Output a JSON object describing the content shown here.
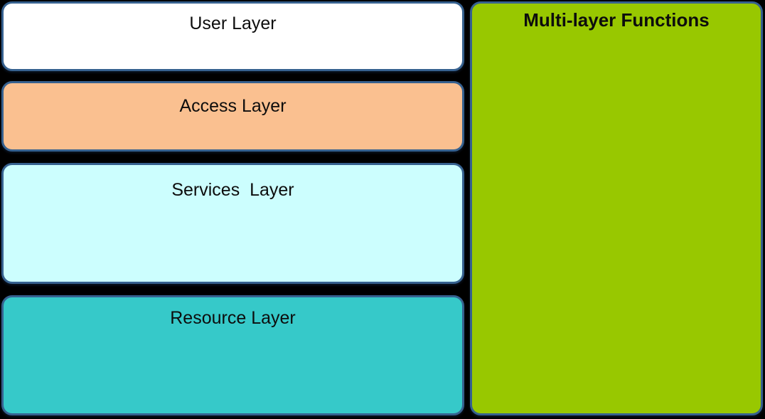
{
  "canvas": {
    "background": "#000000",
    "box_border_color": "#36618F",
    "text_color": "#0D0D0D"
  },
  "diagram": {
    "layers": [
      {
        "id": "user",
        "label": "User Layer",
        "fill": "#FFFFFF"
      },
      {
        "id": "access",
        "label": "Access Layer",
        "fill": "#FAC090"
      },
      {
        "id": "services",
        "label": "Services  Layer",
        "fill": "#CCFEFE"
      },
      {
        "id": "resource",
        "label": "Resource Layer",
        "fill": "#36C9C9"
      }
    ],
    "side_panel": {
      "id": "multilayer",
      "label": "Multi-layer Functions",
      "fill": "#98C800"
    }
  }
}
